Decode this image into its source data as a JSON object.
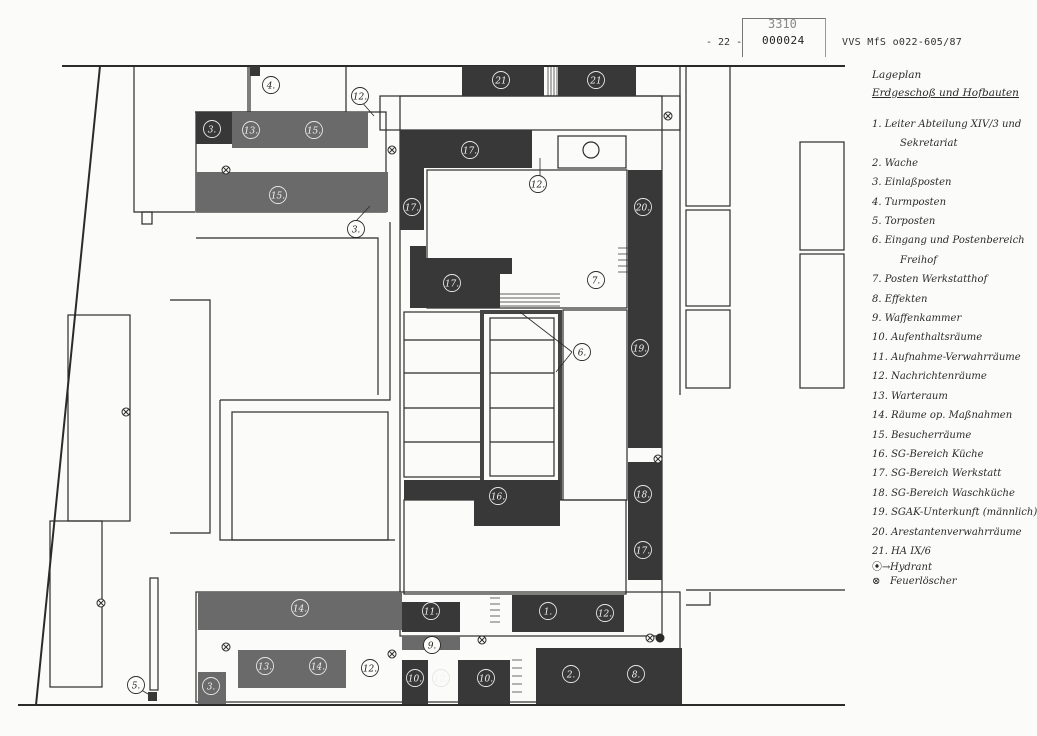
{
  "header": {
    "page_number": "- 22 -",
    "stamp_top": "3310",
    "stamp_bottom": "000024",
    "document_ref": "VVS MfS o022-605/87"
  },
  "legend": {
    "title": "Lageplan",
    "subtitle": "Erdgeschoß und Hofbauten",
    "items": [
      "1. Leiter Abteilung XIV/3 und",
      "Sekretariat",
      "2. Wache",
      "3. Einlaßposten",
      "4. Turmposten",
      "5. Torposten",
      "6. Eingang und Postenbereich",
      "Freihof",
      "7. Posten Werkstatthof",
      "8. Effekten",
      "9. Waffenkammer",
      "10. Aufenthaltsräume",
      "11. Aufnahme-Verwahrräume",
      "12. Nachrichtenräume",
      "13. Warteraum",
      "14. Räume op. Maßnahmen",
      "15. Besucherräume",
      "16. SG-Bereich Küche",
      "17. SG-Bereich Werkstatt",
      "18. SG-Bereich Waschküche",
      "19. SGAK-Unterkunft (männlich)",
      "20. Arestantenverwahrräume",
      "21. HA IX/6"
    ],
    "symbols": [
      {
        "glyph": "⦿→",
        "label": "Hydrant",
        "icon": "hydrant-icon"
      },
      {
        "glyph": "⊗",
        "label": "Feuerlöscher",
        "icon": "fire-extinguisher-icon"
      }
    ]
  },
  "plan": {
    "room_labels": [
      "21",
      "21",
      "4.",
      "12.",
      "3.",
      "13.",
      "15.",
      "17.",
      "12.",
      "15.",
      "17.",
      "3.",
      "20.",
      "17.",
      "7.",
      "6.",
      "19.",
      "16.",
      "18.",
      "17.",
      "14.",
      "11.",
      "1.",
      "12.",
      "9.",
      "13.",
      "14.",
      "12.",
      "3.",
      "10.",
      "12.",
      "10.",
      "2.",
      "8.",
      "5."
    ],
    "colors": {
      "ink": "#2b2b2b",
      "dark_room": "#383838",
      "grey_room": "#6a6a6a",
      "paper": "#fbfbf9"
    }
  }
}
